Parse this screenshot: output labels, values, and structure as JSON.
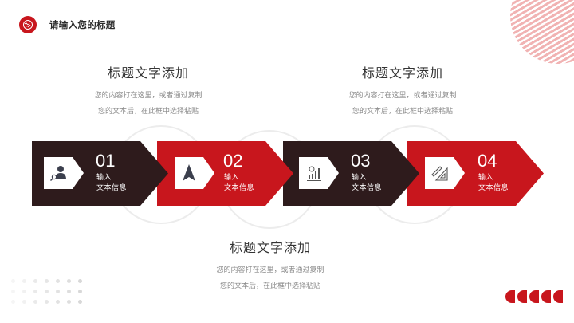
{
  "header": {
    "title": "请输入您的标题",
    "logo_icon": "puzzle-globe-icon"
  },
  "blocks": [
    {
      "title": "标题文字添加",
      "lines": [
        "您的内容打在这里，或者通过复制",
        "您的文本后，在此框中选择粘贴"
      ]
    },
    {
      "title": "标题文字添加",
      "lines": [
        "您的内容打在这里，或者通过复制",
        "您的文本后，在此框中选择粘贴"
      ]
    },
    {
      "title": "标题文字添加",
      "lines": [
        "您的内容打在这里，或者通过复制",
        "您的文本后，在此框中选择粘贴"
      ]
    }
  ],
  "steps": [
    {
      "number": "01",
      "line1": "输入",
      "line2": "文本信息",
      "icon": "user-search-icon",
      "color": "#2e1b1c"
    },
    {
      "number": "02",
      "line1": "输入",
      "line2": "文本信息",
      "icon": "navigation-arrow-icon",
      "color": "#c8161d"
    },
    {
      "number": "03",
      "line1": "输入",
      "line2": "文本信息",
      "icon": "growth-chart-icon",
      "color": "#2e1b1c"
    },
    {
      "number": "04",
      "line1": "输入",
      "line2": "文本信息",
      "icon": "ruler-pencil-icon",
      "color": "#c8161d"
    }
  ],
  "colors": {
    "accent": "#c8161d",
    "dark": "#2e1b1c",
    "stripe": "#f1b3b3"
  }
}
